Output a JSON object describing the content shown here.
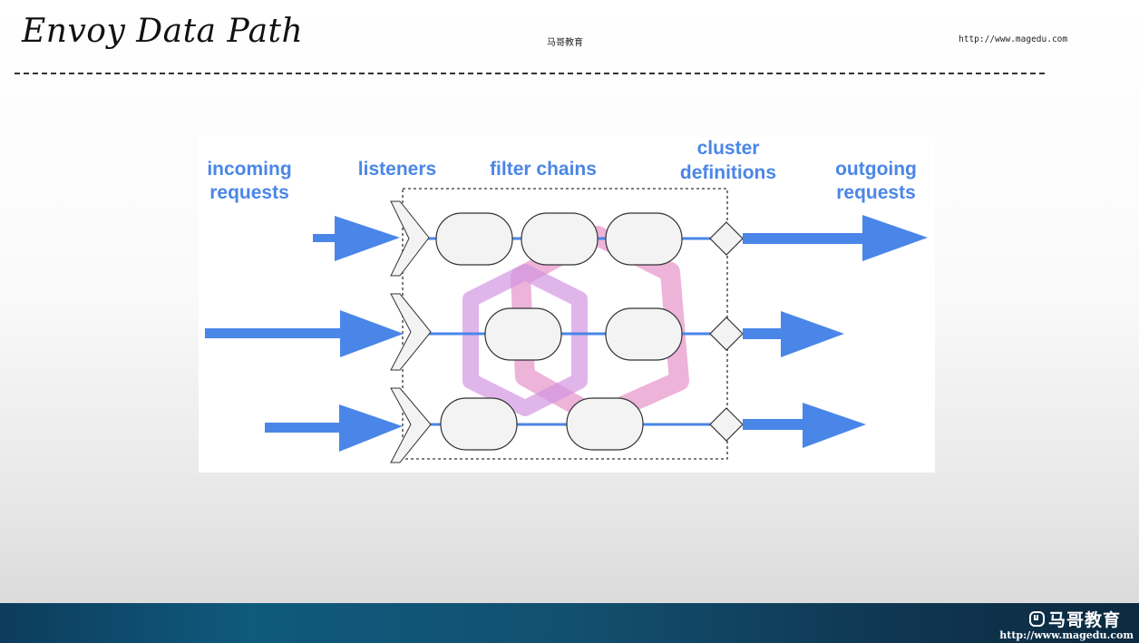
{
  "slide": {
    "title": "Envoy Data Path",
    "header_center": "马哥教育",
    "header_url": "http://www.magedu.com"
  },
  "diagram": {
    "labels": {
      "incoming_line1": "incoming",
      "incoming_line2": "requests",
      "listeners": "listeners",
      "filter_chains": "filter chains",
      "cluster_line1": "cluster",
      "cluster_line2": "definitions",
      "outgoing_line1": "outgoing",
      "outgoing_line2": "requests"
    },
    "rows": [
      {
        "filters": 3
      },
      {
        "filters": 2
      },
      {
        "filters": 2
      }
    ],
    "colors": {
      "arrow_blue": "#4a86e8",
      "label_blue": "#4a86e8",
      "shape_fill": "#f3f3f3",
      "shape_stroke": "#333333",
      "watermark_pink": "#e58fc8",
      "watermark_purple": "#c77ad8"
    }
  },
  "footer": {
    "logo_text": "马哥教育",
    "url": "http://www.magedu.com"
  }
}
